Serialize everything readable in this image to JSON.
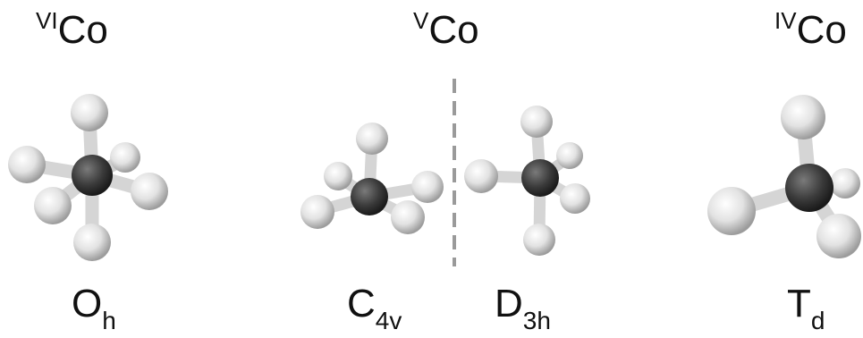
{
  "top_labels": [
    {
      "sup": "VI",
      "text": "Co"
    },
    {
      "sup": "V",
      "text": "Co"
    },
    {
      "sup": "IV",
      "text": "Co"
    }
  ],
  "symmetry_labels": [
    {
      "main": "O",
      "sub": "h"
    },
    {
      "main": "C",
      "sub": "4v"
    },
    {
      "main": "D",
      "sub": "3h"
    },
    {
      "main": "T",
      "sub": "d"
    }
  ],
  "colors": {
    "center_atom": "#3b3b3b",
    "ligand_atom": "#e6e6e6",
    "divider": "#9a9a9a"
  },
  "molecules": [
    "octahedral",
    "square-pyramidal",
    "trigonal-bipyramidal",
    "tetrahedral"
  ]
}
